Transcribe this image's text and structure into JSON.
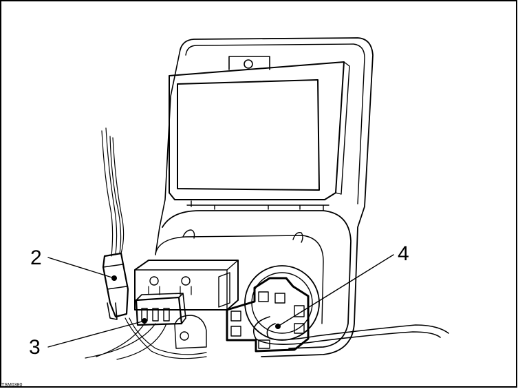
{
  "callouts": [
    {
      "label": "2"
    },
    {
      "label": "3"
    },
    {
      "label": "4"
    }
  ],
  "figure_code": "TSM0380",
  "line_color": "#000000",
  "background": "#ffffff"
}
